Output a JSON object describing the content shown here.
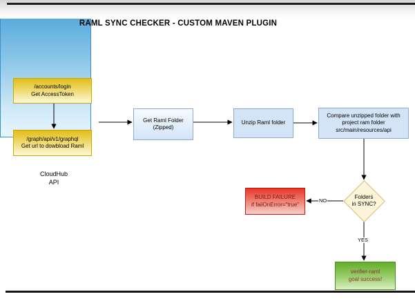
{
  "title": "RAML SYNC CHECKER - CUSTOM MAVEN PLUGIN",
  "diagram": {
    "cloudhub": {
      "label_line1": "CloudHub",
      "label_line2": "API",
      "login_step": {
        "line1": "/accounts/login",
        "line2": "Get AccessToken"
      },
      "graphql_step": {
        "line1": "/graph/api/v1/graphql",
        "line2": "Get url to dowbload Raml"
      }
    },
    "get_raml_step": {
      "line1": "Get Raml Folder",
      "line2": "(Zipped)"
    },
    "unzip_step": {
      "line1": "Unzip Raml folder"
    },
    "compare_step": {
      "line1": "Compare unzipped folder with",
      "line2": "project ram folder",
      "line3": "src/main/resources/api"
    },
    "decision": {
      "line1": "Folders",
      "line2": "in SYNC?"
    },
    "no_branch": {
      "label": "NO",
      "box_line1": "BUILD FAILURE",
      "box_line2": "if failOnError=\"true\""
    },
    "yes_branch": {
      "label": "YES",
      "box_line1": "verifier-raml",
      "box_line2": "goal success!"
    }
  },
  "colors": {
    "cloudhub_top": "#47a0d8",
    "cloudhub_bottom": "#e8f6fd",
    "api_step_top": "#e2bd17",
    "api_step_bottom": "#fcf9d8",
    "process_fill": "#d4e4f7",
    "process_border": "#8ea9ce",
    "decision_fill": "#fcf5d9",
    "decision_border": "#d6bc6b",
    "failure_top": "#e93528",
    "failure_bottom": "#f6d0ca",
    "failure_text": "#7a1610",
    "success_top": "#63ae2a",
    "success_bottom": "#dcf0c6",
    "success_text": "#8b3333",
    "arrow": "#000000"
  }
}
